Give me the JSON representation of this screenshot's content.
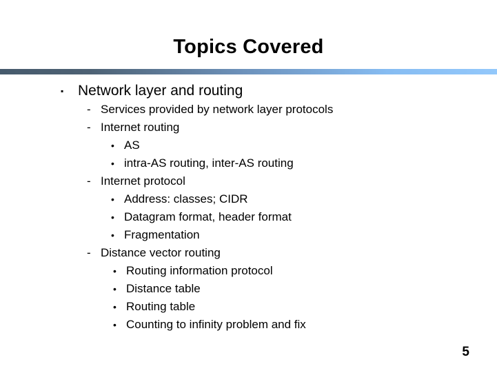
{
  "slide": {
    "title": "Topics Covered",
    "page_number": "5",
    "accent_color_left": "#465a6c",
    "accent_color_right": "#93c8fb",
    "text_color": "#000000",
    "background_color": "#ffffff"
  },
  "bullets": {
    "square_glyph": "▪",
    "dash_glyph": "-",
    "round_glyph": "•"
  },
  "outline": [
    {
      "level": 1,
      "text": "Network layer and routing"
    },
    {
      "level": 2,
      "text": "Services provided by network layer protocols"
    },
    {
      "level": 2,
      "text": "Internet routing"
    },
    {
      "level": 3,
      "text": "AS"
    },
    {
      "level": 3,
      "text": "intra-AS routing, inter-AS routing"
    },
    {
      "level": 2,
      "text": "Internet protocol"
    },
    {
      "level": 3,
      "text": "Address: classes; CIDR"
    },
    {
      "level": 3,
      "text": "Datagram format, header format"
    },
    {
      "level": 3,
      "text": "Fragmentation"
    },
    {
      "level": 2,
      "text": "Distance vector routing"
    },
    {
      "level": 3,
      "text": "Routing information protocol"
    },
    {
      "level": 3,
      "text": "Distance table"
    },
    {
      "level": 3,
      "text": "Routing table"
    },
    {
      "level": 3,
      "text": "Counting to infinity problem and fix"
    }
  ]
}
